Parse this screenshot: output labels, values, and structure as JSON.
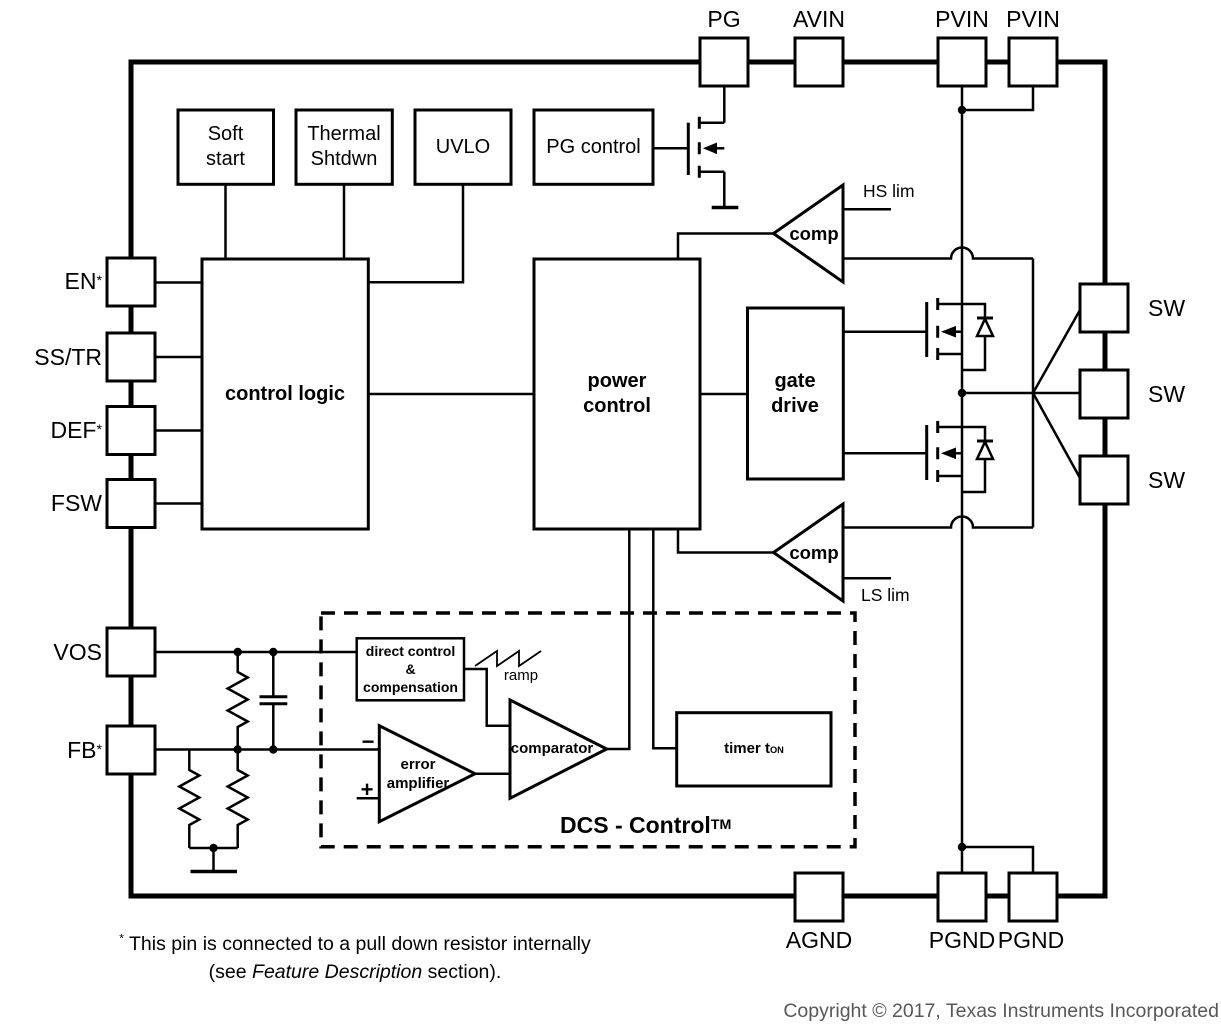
{
  "pins": {
    "top": [
      {
        "label": "PG"
      },
      {
        "label": "AVIN"
      },
      {
        "label": "PVIN"
      },
      {
        "label": "PVIN"
      }
    ],
    "left": [
      {
        "label": "EN",
        "sup": "*"
      },
      {
        "label": "SS/TR",
        "sup": ""
      },
      {
        "label": "DEF",
        "sup": "*"
      },
      {
        "label": "FSW",
        "sup": ""
      },
      {
        "label": "VOS",
        "sup": ""
      },
      {
        "label": "FB",
        "sup": "*"
      }
    ],
    "right": [
      {
        "label": "SW"
      },
      {
        "label": "SW"
      },
      {
        "label": "SW"
      }
    ],
    "bottom": [
      {
        "label": "AGND"
      },
      {
        "label": "PGND"
      },
      {
        "label": "PGND"
      }
    ]
  },
  "blocks": {
    "soft_start": "Soft\nstart",
    "thermal_shutdown": "Thermal\nShtdwn",
    "uvlo": "UVLO",
    "pg_control": "PG control",
    "control_logic": "control logic",
    "power_control": "power\ncontrol",
    "gate_drive": "gate\ndrive",
    "hs_comparator": "comp",
    "ls_comparator": "comp",
    "error_amplifier": "error\namplifier",
    "comparator": "comparator",
    "timer_label": "timer t",
    "timer_sub": "ON",
    "direct_control": "direct control\n&\ncompensation"
  },
  "labels": {
    "hs_limit": "HS lim",
    "ls_limit": "LS lim",
    "ramp": "ramp",
    "dcs_control": "DCS - Control",
    "dcs_tm": "TM",
    "minus": "−",
    "plus": "+"
  },
  "footnote": {
    "sup": "*",
    "line1": " This pin is connected to a pull down resistor internally",
    "line2_pre": "(see ",
    "line2_italic": "Feature Description",
    "line2_post": " section)."
  },
  "copyright": "Copyright © 2017, Texas Instruments Incorporated",
  "colors": {
    "line": "#000000",
    "background": "#ffffff",
    "copyright": "#58585b"
  }
}
